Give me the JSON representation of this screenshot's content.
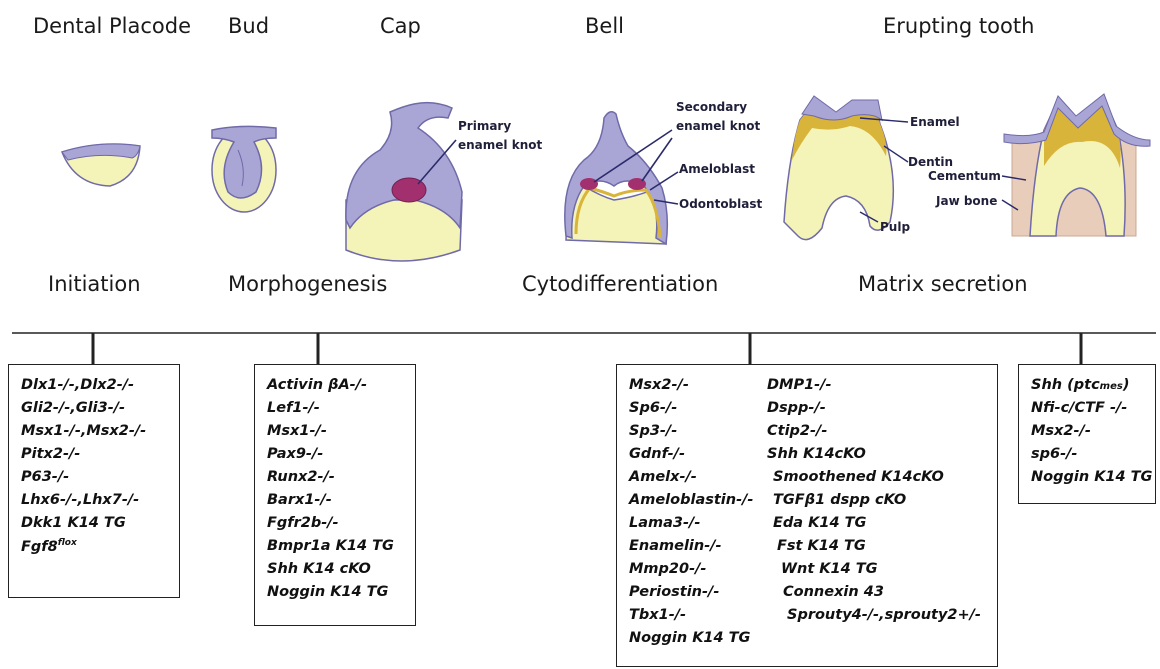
{
  "stages": {
    "placode": "Dental Placode",
    "bud": "Bud",
    "cap": "Cap",
    "bell": "Bell",
    "erupting": "Erupting tooth"
  },
  "labels": {
    "primary_knot_1": "Primary",
    "primary_knot_2": "enamel knot",
    "secondary_knot_1": "Secondary",
    "secondary_knot_2": "enamel knot",
    "ameloblast": "Ameloblast",
    "odontoblast": "Odontoblast",
    "enamel": "Enamel",
    "dentin": "Dentin",
    "cementum": "Cementum",
    "jaw_bone": "Jaw bone",
    "pulp": "Pulp"
  },
  "phases": {
    "initiation": "Initiation",
    "morphogenesis": "Morphogenesis",
    "cytodifferentiation": "Cytodifferentiation",
    "matrix_secretion": "Matrix secretion"
  },
  "boxes": {
    "initiation": [
      "Dlx1-/-,Dlx2-/-",
      "Gli2-/-,Gli3-/-",
      "Msx1-/-,Msx2-/-",
      "Pitx2-/-",
      "P63-/-",
      "Lhx6-/-,Lhx7-/-",
      "Dkk1 K14 TG"
    ],
    "initiation_last_base": "Fgf8",
    "initiation_last_sup": "flox",
    "morphogenesis": [
      "Activin βA-/-",
      "Lef1-/-",
      "Msx1-/-",
      "Pax9-/-",
      "Runx2-/-",
      "Barx1-/-",
      "Fgfr2b-/-",
      "Bmpr1a K14 TG",
      "Shh K14 cKO",
      "Noggin K14 TG"
    ],
    "cyto_left": [
      "Msx2-/-",
      "Sp6-/-",
      "Sp3-/-",
      "Gdnf-/-",
      "Amelx-/-",
      "Ameloblastin-/-",
      "Lama3-/-",
      "Enamelin-/-",
      "Mmp20-/-",
      "Periostin-/-",
      "Tbx1-/-",
      "Noggin K14 TG"
    ],
    "cyto_right": [
      "DMP1-/-",
      "Dspp-/-",
      "Ctip2-/-",
      "Shh K14cKO",
      "Smoothened K14cKO",
      "TGFβ1 dspp cKO",
      "Eda K14 TG",
      "Fst K14 TG",
      "Wnt K14 TG",
      "Connexin 43",
      "Sprouty4-/-,sprouty2+/-"
    ],
    "matrix_first_base": "Shh (",
    "matrix_first_sub": "ptc",
    "matrix_first_sub2": "mes",
    "matrix_first_end": ")",
    "matrix": [
      "Nfi-c/CTF -/-",
      "Msx2-/-",
      "sp6-/-",
      "Noggin K14 TG"
    ]
  },
  "colors": {
    "epithelium": "#a9a6d6",
    "epithelium_dark": "#6f6aa8",
    "mesenchyme": "#f4f3b8",
    "enamel_gold": "#d9b43a",
    "knot": "#a3306e",
    "jaw": "#e9cdbb"
  }
}
